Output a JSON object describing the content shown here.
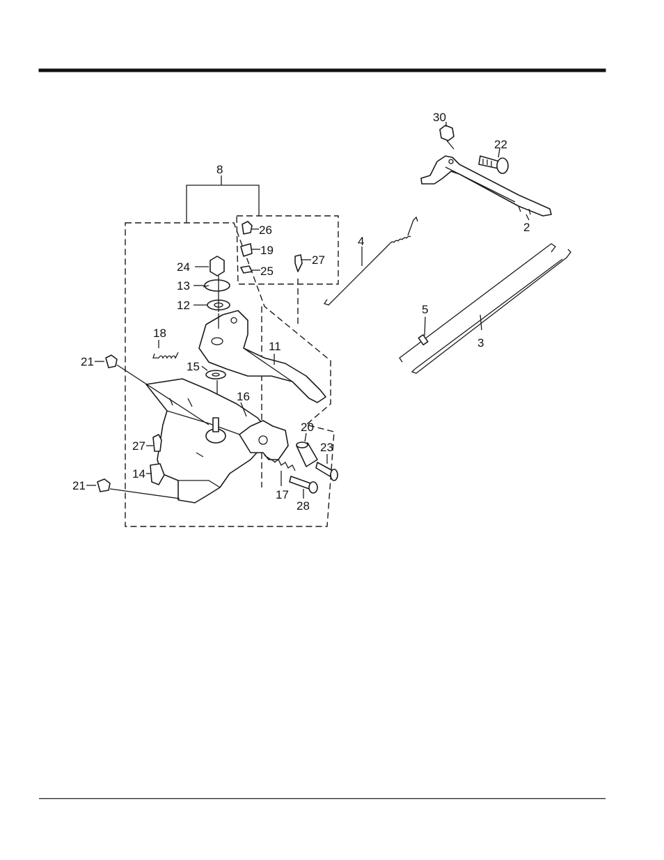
{
  "callouts": {
    "c30": "30",
    "c22": "22",
    "c2": "2",
    "c8": "8",
    "c26": "26",
    "c19": "19",
    "c25": "25",
    "c27a": "27",
    "c24": "24",
    "c4": "4",
    "c13": "13",
    "c12": "12",
    "c5": "5",
    "c3": "3",
    "c18": "18",
    "c11": "11",
    "c21a": "21",
    "c15": "15",
    "c16": "16",
    "c20": "20",
    "c23": "23",
    "c27b": "27",
    "c14": "14",
    "c21b": "21",
    "c17": "17",
    "c28": "28"
  }
}
